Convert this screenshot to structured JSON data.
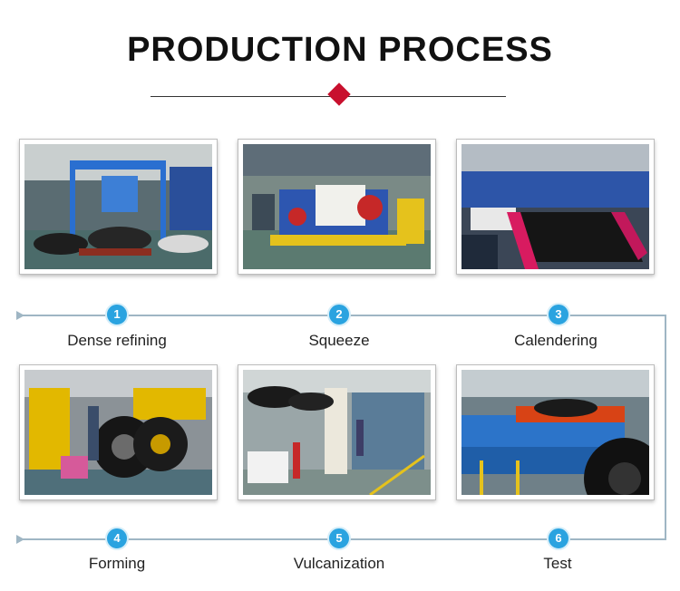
{
  "title": "PRODUCTION PROCESS",
  "colors": {
    "accent": "#c8102e",
    "badge": "#2aa3e0",
    "flow_line": "#9fb6c4"
  },
  "steps": [
    {
      "number": "1",
      "label": "Dense refining"
    },
    {
      "number": "2",
      "label": "Squeeze"
    },
    {
      "number": "3",
      "label": "Calendering"
    },
    {
      "number": "4",
      "label": "Forming"
    },
    {
      "number": "5",
      "label": "Vulcanization"
    },
    {
      "number": "6",
      "label": "Test"
    }
  ]
}
